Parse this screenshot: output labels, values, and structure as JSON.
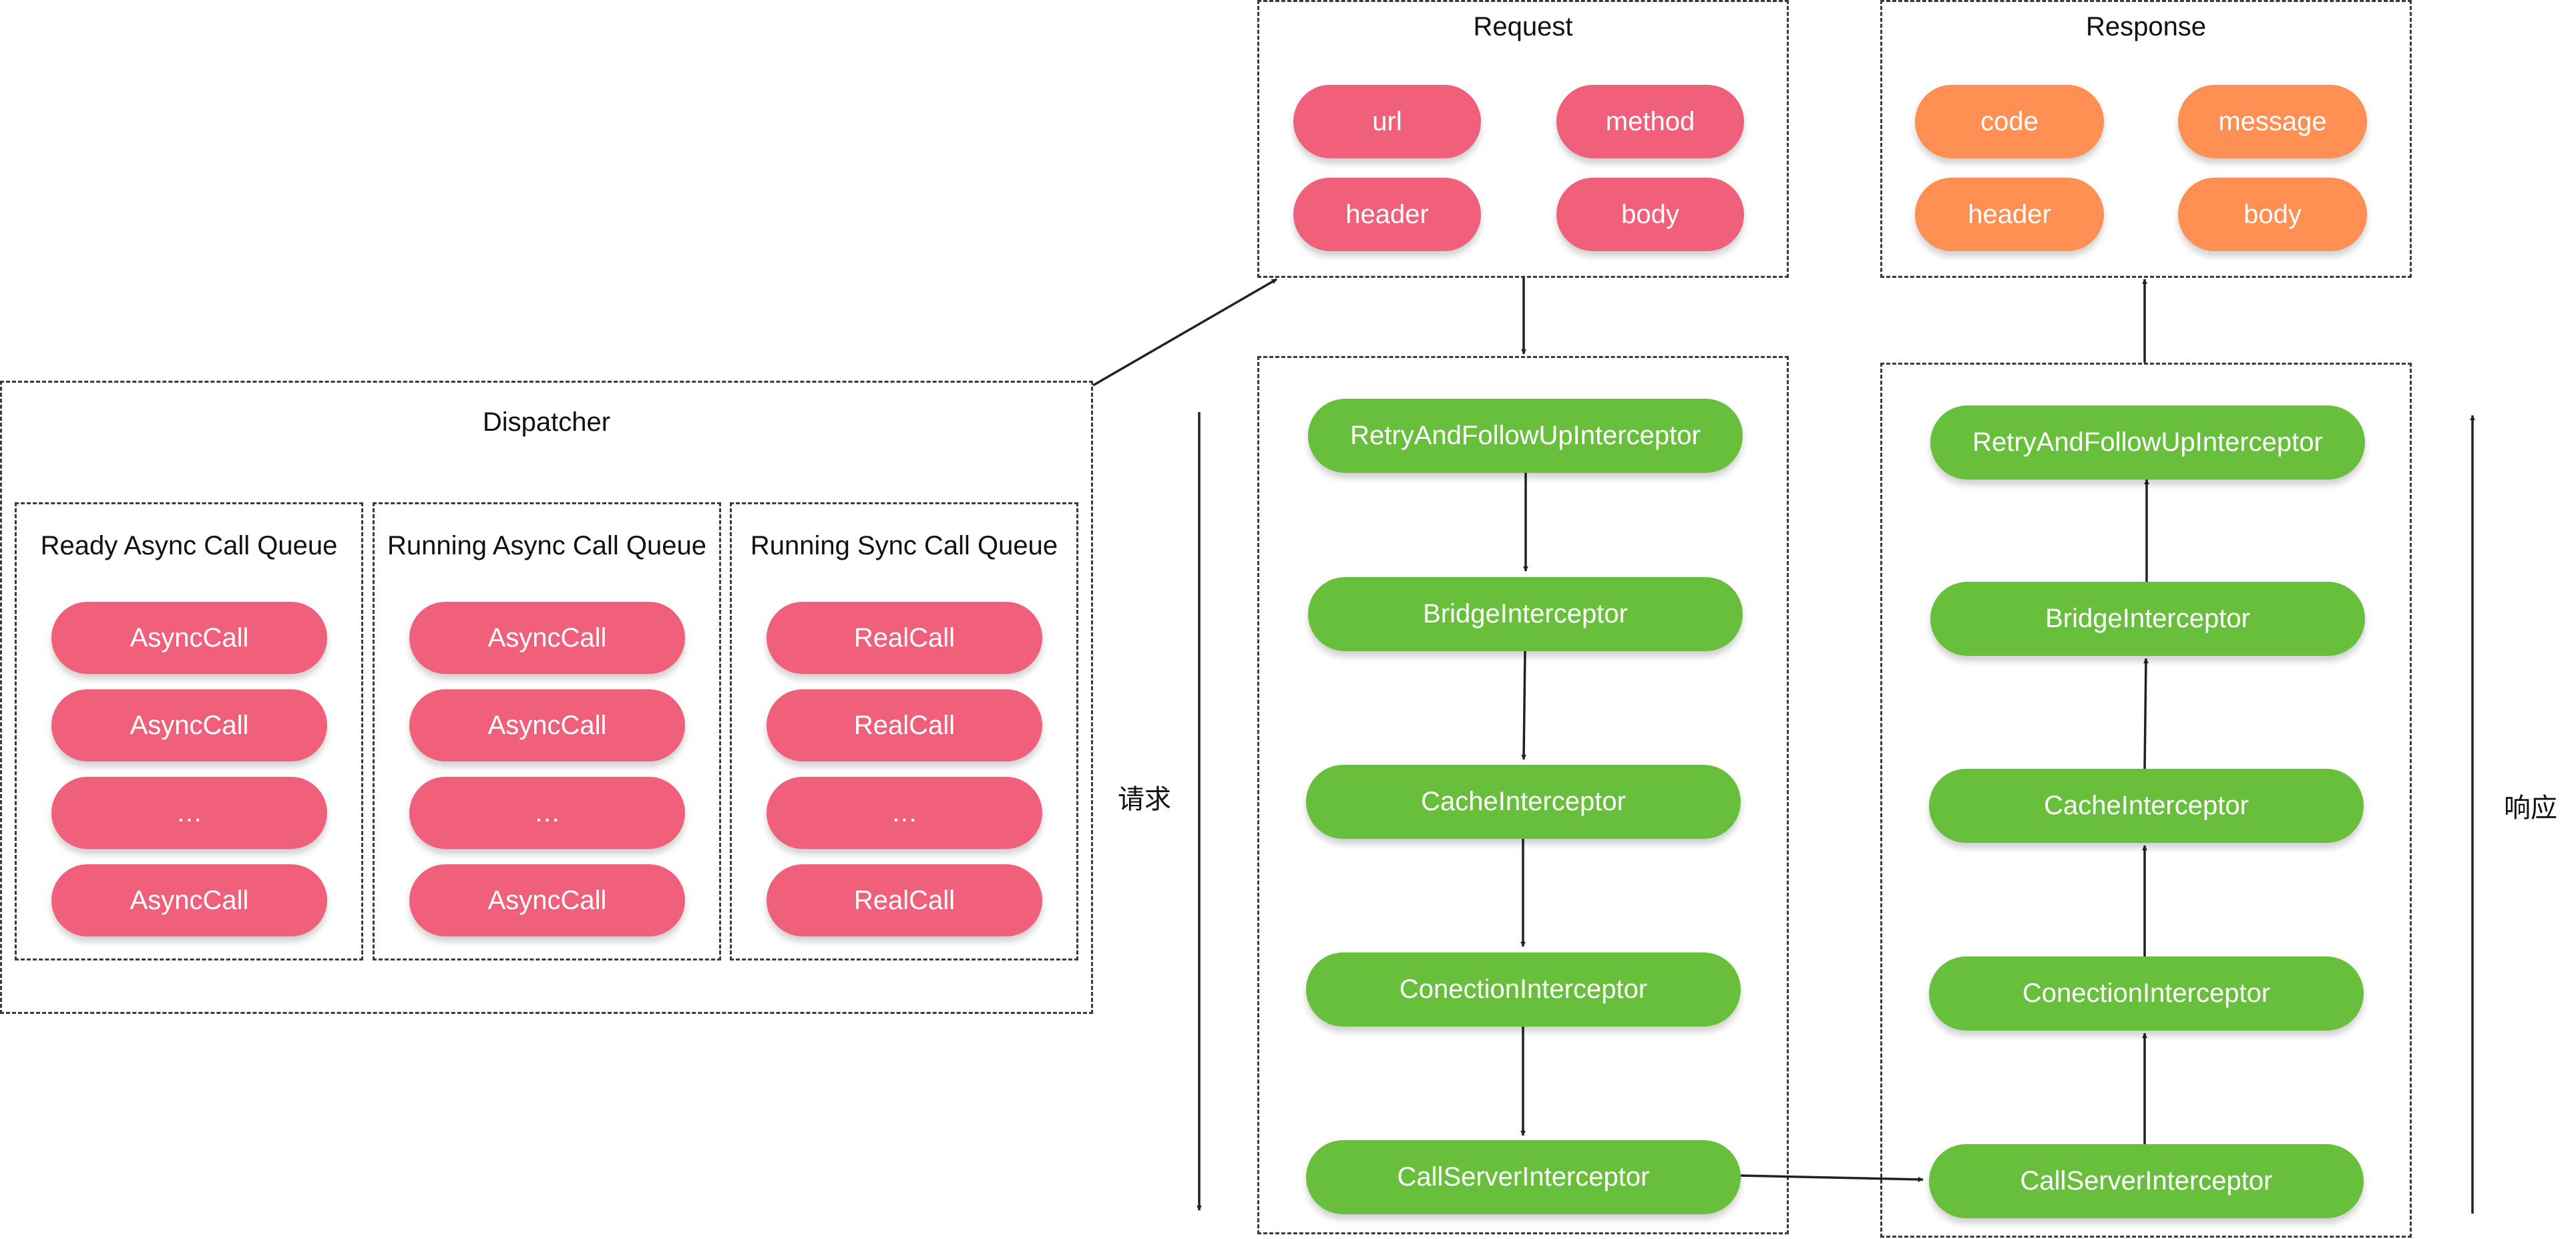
{
  "colors": {
    "pink": "#f0607a",
    "orange": "#ff8f52",
    "green": "#67bf3c",
    "line": "#222222",
    "border": "#3a3a3a"
  },
  "request": {
    "title": "Request",
    "fields": {
      "url": "url",
      "method": "method",
      "header": "header",
      "body": "body"
    }
  },
  "response": {
    "title": "Response",
    "fields": {
      "code": "code",
      "message": "message",
      "header": "header",
      "body": "body"
    }
  },
  "dispatcher": {
    "title": "Dispatcher",
    "queues": [
      {
        "title": "Ready Async Call Queue",
        "items": [
          "AsyncCall",
          "AsyncCall",
          "…",
          "AsyncCall"
        ]
      },
      {
        "title": "Running Async Call Queue",
        "items": [
          "AsyncCall",
          "AsyncCall",
          "…",
          "AsyncCall"
        ]
      },
      {
        "title": "Running Sync Call Queue",
        "items": [
          "RealCall",
          "RealCall",
          "…",
          "RealCall"
        ]
      }
    ]
  },
  "request_chain": {
    "direction_label": "请求",
    "interceptors": [
      "RetryAndFollowUpInterceptor",
      "BridgeInterceptor",
      "CacheInterceptor",
      "ConectionInterceptor",
      "CallServerInterceptor"
    ]
  },
  "response_chain": {
    "direction_label": "响应",
    "interceptors": [
      "RetryAndFollowUpInterceptor",
      "BridgeInterceptor",
      "CacheInterceptor",
      "ConectionInterceptor",
      "CallServerInterceptor"
    ]
  }
}
